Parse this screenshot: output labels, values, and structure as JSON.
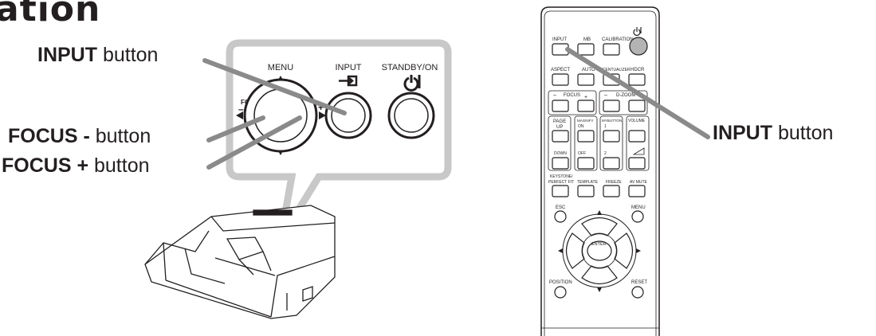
{
  "title": "ation",
  "callouts": {
    "input_left": {
      "bold": "INPUT",
      "rest": " button"
    },
    "focus_minus": {
      "bold": "FOCUS -",
      "rest": " button"
    },
    "focus_plus": {
      "bold": "FOCUS +",
      "rest": " button"
    },
    "input_right": {
      "bold": "INPUT",
      "rest": " button"
    }
  },
  "panel": {
    "menu": "MENU",
    "input": "INPUT",
    "standby": "STANDBY/ON",
    "focus": "FOCUS"
  },
  "remote": {
    "row1": [
      "INPUT",
      "MB",
      "CALIBRATION"
    ],
    "row2": [
      "ASPECT",
      "AUTO",
      "ACCENTUALIZER",
      "HDCR"
    ],
    "focus": "FOCUS",
    "dzoom": "D-ZOOM",
    "page": "PAGE",
    "up": "UP",
    "down": "DOWN",
    "magnify": "MAGNIFY",
    "on": "ON",
    "off": "OFF",
    "mybutton": "MYBUTTON",
    "one": "1",
    "two": "2",
    "volume": "VOLUME",
    "keystone_1": "KEYSTONE/",
    "keystone_2": "PERFECT FIT",
    "template": "TEMPLATE",
    "freeze": "FREEZE",
    "avmute": "AV MUTE",
    "esc": "ESC",
    "menu": "MENU",
    "enter": "ENTER",
    "position": "POSITION",
    "reset": "RESET"
  },
  "colors": {
    "callout_line": "#8a8a8a",
    "bubble": "#c8c8c8",
    "ink": "#231f20"
  }
}
